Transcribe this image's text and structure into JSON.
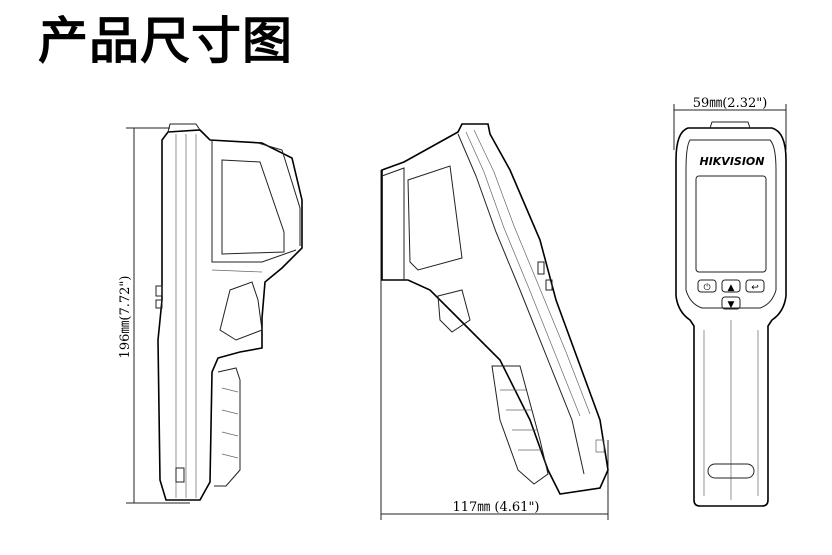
{
  "title": "产品尺寸图",
  "dimensions": {
    "height": "196㎜(7.72\")",
    "depth": "117㎜ (4.61\")",
    "width": "59㎜(2.32\")"
  },
  "front_view": {
    "brand": "HIKVISION",
    "buttons": [
      "power-icon",
      "up-arrow-icon",
      "back-icon",
      "down-arrow-icon"
    ]
  }
}
